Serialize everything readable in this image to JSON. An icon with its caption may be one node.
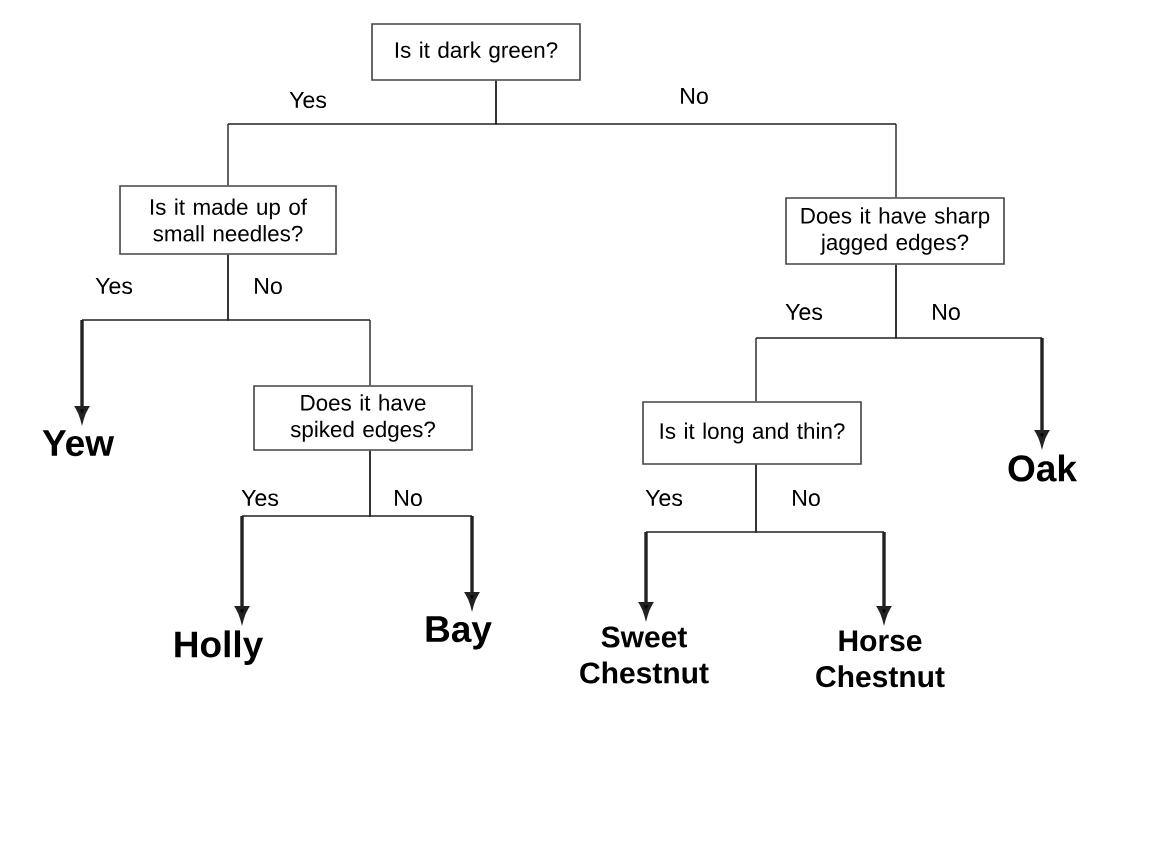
{
  "diagram": {
    "nodes": [
      {
        "text": [
          "Is it dark green?"
        ]
      },
      {
        "text": [
          "Is it made up of small needles?"
        ]
      },
      {
        "text": [
          "Does it have sharp jagged edges?"
        ]
      },
      {
        "text": [
          "Yew"
        ]
      },
      {
        "text": [
          "Does it have spiked edges?"
        ]
      },
      {
        "text": [
          "Is it long and thin?"
        ]
      },
      {
        "text": [
          "Oak"
        ]
      },
      {
        "text": [
          "Holly"
        ]
      },
      {
        "text": [
          "Bay"
        ]
      },
      {
        "text": [
          "Sweet Chestnut"
        ]
      },
      {
        "text": [
          "Horse Chestnut"
        ]
      }
    ],
    "edges": [
      {
        "from": 0,
        "to": 1,
        "arrow": "none",
        "label": "Yes"
      },
      {
        "from": 0,
        "to": 2,
        "arrow": "none",
        "label": "No"
      },
      {
        "from": 1,
        "to": 3,
        "arrow": "to",
        "label": "Yes"
      },
      {
        "from": 1,
        "to": 4,
        "arrow": "none",
        "label": "No"
      },
      {
        "from": 2,
        "to": 5,
        "arrow": "none",
        "label": "Yes"
      },
      {
        "from": 2,
        "to": 6,
        "arrow": "to",
        "label": "No"
      },
      {
        "from": 4,
        "to": 7,
        "arrow": "to",
        "label": "Yes"
      },
      {
        "from": 4,
        "to": 8,
        "arrow": "to",
        "label": "No"
      },
      {
        "from": 5,
        "to": 9,
        "arrow": "to",
        "label": "Yes"
      },
      {
        "from": 5,
        "to": 10,
        "arrow": "to",
        "label": "No"
      }
    ]
  }
}
